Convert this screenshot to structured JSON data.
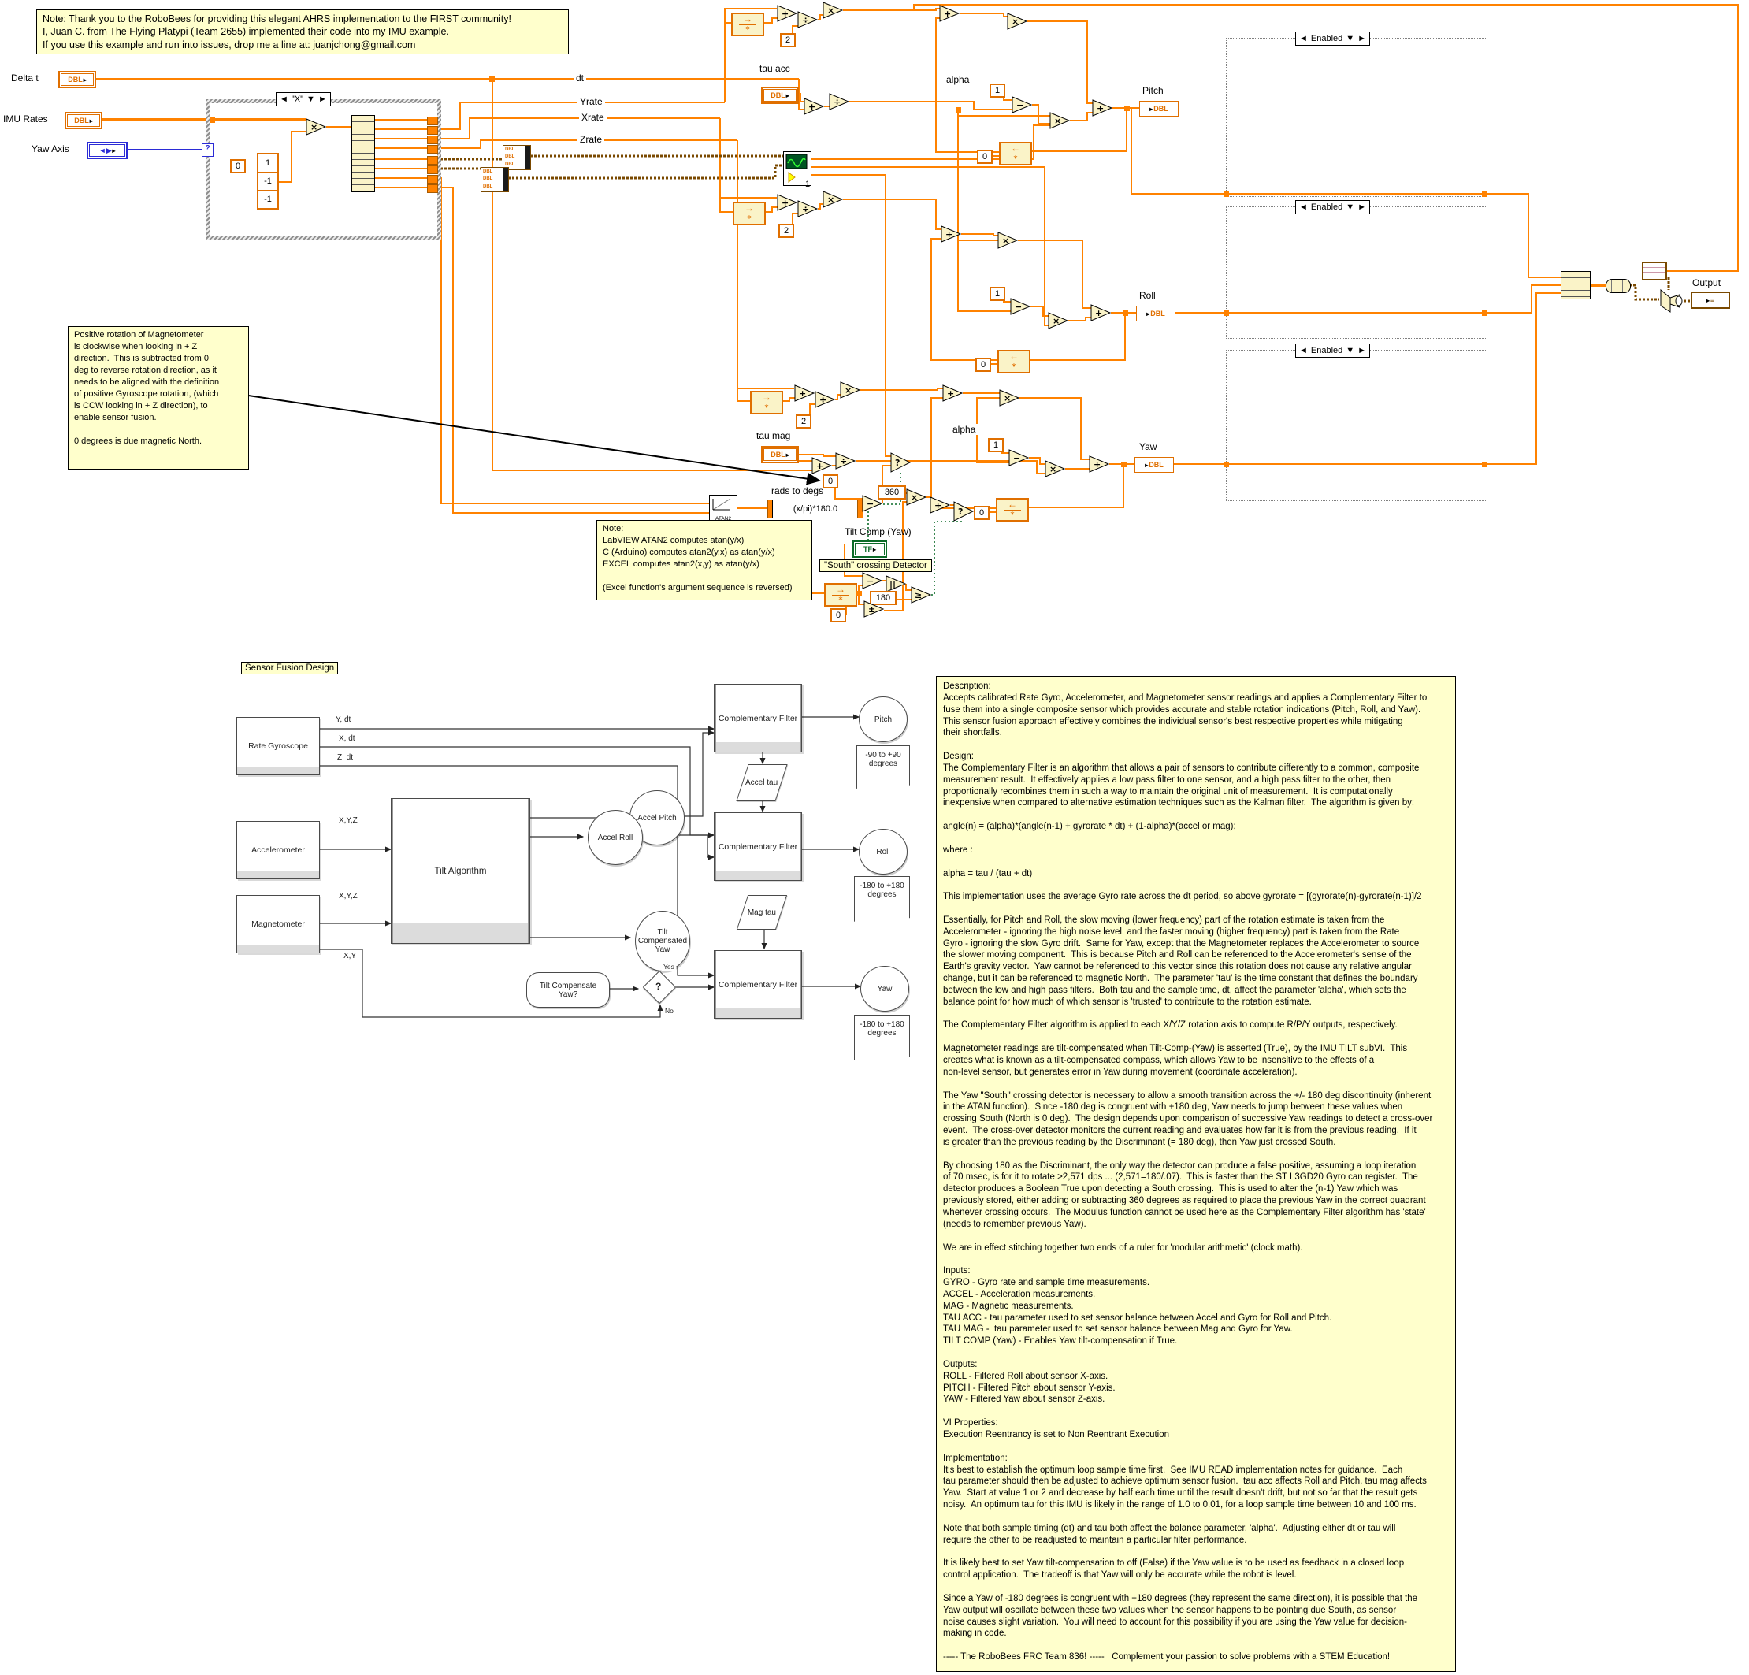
{
  "ops": {
    "add": "+",
    "sub": "−",
    "mul": "×",
    "div": "÷",
    "ge": "≥",
    "abs": "||",
    "sign": "±",
    "select": "?",
    "fb_left": "←",
    "fb_right": "→",
    "fb_init": "∗",
    "arr_l": "◄",
    "arr_r": "►",
    "arr_d": "▼",
    "pin": "▸"
  },
  "terminal_types": {
    "dbl": "DBL",
    "tf": "TF",
    "enum": "◄▶",
    "cluster": "≡"
  },
  "notes": {
    "credit": [
      "Note: Thank you to the RoboBees for providing this elegant AHRS implementation to the FIRST community!",
      "I, Juan C. from The Flying Platypi (Team 2655) implemented their code into my IMU example.",
      "If you use this example and run into issues, drop me a line at: juanjchong@gmail.com"
    ],
    "magnetometer": [
      "Positive rotation of Magnetometer",
      "is clockwise when looking in + Z",
      "direction.  This is subtracted from 0",
      "deg to reverse rotation direction, as it",
      "needs to be aligned with the definition",
      "of positive Gyroscope rotation, (which",
      "is CCW looking in + Z direction), to",
      "enable sensor fusion.",
      "",
      "0 degrees is due magnetic North."
    ],
    "atan2": [
      "Note:",
      "LabVIEW ATAN2 computes atan(y/x)",
      "C (Arduino) computes atan2(y,x) as atan(y/x)",
      "EXCEL computes atan2(x,y) as atan(y/x)",
      "",
      "(Excel function's argument sequence is reversed)"
    ],
    "south_detector": "\"South\" crossing Detector"
  },
  "diagram": {
    "selector": "\"X\"",
    "enabled": "Enabled",
    "atan2_icon": "ATAN2",
    "labels": {
      "delta_t": "Delta t",
      "imu_rates": "IMU Rates",
      "yaw_axis": "Yaw Axis",
      "dt": "dt",
      "yrate": "Yrate",
      "xrate": "Xrate",
      "zrate": "Zrate",
      "tau_acc": "tau acc",
      "tau_mag": "tau mag",
      "alpha": "alpha",
      "pitch": "Pitch",
      "roll": "Roll",
      "yaw": "Yaw",
      "output": "Output",
      "tilt_comp": "Tilt Comp (Yaw)",
      "rads_to_degs": "rads to degs",
      "formula": "(x/pi)*180.0"
    },
    "constants": {
      "zero": "0",
      "one": "1",
      "two": "2",
      "neg_one": "-1",
      "c180": "180",
      "c360": "360"
    }
  },
  "flowchart": {
    "title": "Sensor Fusion Design",
    "rate_gyroscope": "Rate Gyroscope",
    "accelerometer": "Accelerometer",
    "magnetometer": "Magnetometer",
    "tilt_algorithm": "Tilt Algorithm",
    "comp_filter": "Complementary Filter",
    "pitch": "Pitch",
    "roll": "Roll",
    "yaw": "Yaw",
    "accel_pitch": "Accel Pitch",
    "accel_roll": "Accel Roll",
    "tilt_comp_yaw": "Tilt Compensated Yaw",
    "accel_tau": "Accel tau",
    "mag_tau": "Mag tau",
    "tilt_compensate_q": "Tilt Compensate Yaw?",
    "q": "?",
    "yes": "Yes",
    "no": "No",
    "range_90": "-90 to +90 degrees",
    "range_180": "-180 to +180 degrees",
    "y_dt": "Y, dt",
    "x_dt": "X, dt",
    "z_dt": "Z, dt",
    "xyz": "X,Y,Z",
    "xy": "X,Y"
  },
  "description": {
    "lines": [
      "Description:",
      "Accepts calibrated Rate Gyro, Accelerometer, and Magnetometer sensor readings and applies a Complementary Filter to",
      "fuse them into a single composite sensor which provides accurate and stable rotation indications (Pitch, Roll, and Yaw).",
      "This sensor fusion approach effectively combines the individual sensor's best respective properties while mitigating",
      "their shortfalls.",
      "",
      "Design:",
      "The Complementary Filter is an algorithm that allows a pair of sensors to contribute differently to a common, composite",
      "measurement result.  It effectively applies a low pass filter to one sensor, and a high pass filter to the other, then",
      "proportionally recombines them in such a way to maintain the original unit of measurement.  It is computationally",
      "inexpensive when compared to alternative estimation techniques such as the Kalman filter.  The algorithm is given by:",
      "",
      "angle(n) = (alpha)*(angle(n-1) + gyrorate * dt) + (1-alpha)*(accel or mag);",
      "",
      "where :",
      "",
      "alpha = tau / (tau + dt)",
      "",
      "This implementation uses the average Gyro rate across the dt period, so above gyrorate = [(gyrorate(n)-gyrorate(n-1)]/2",
      "",
      "Essentially, for Pitch and Roll, the slow moving (lower frequency) part of the rotation estimate is taken from the",
      "Accelerometer - ignoring the high noise level, and the faster moving (higher frequency) part is taken from the Rate",
      "Gyro - ignoring the slow Gyro drift.  Same for Yaw, except that the Magnetometer replaces the Accelerometer to source",
      "the slower moving component.  This is because Pitch and Roll can be referenced to the Accelerometer's sense of the",
      "Earth's gravity vector.  Yaw cannot be referenced to this vector since this rotation does not cause any relative angular",
      "change, but it can be referenced to magnetic North.  The parameter 'tau' is the time constant that defines the boundary",
      "between the low and high pass filters.  Both tau and the sample time, dt, affect the parameter 'alpha', which sets the",
      "balance point for how much of which sensor is 'trusted' to contribute to the rotation estimate.",
      "",
      "The Complementary Filter algorithm is applied to each X/Y/Z rotation axis to compute R/P/Y outputs, respectively.",
      "",
      "Magnetometer readings are tilt-compensated when Tilt-Comp-(Yaw) is asserted (True), by the IMU TILT subVI.  This",
      "creates what is known as a tilt-compensated compass, which allows Yaw to be insensitive to the effects of a",
      "non-level sensor, but generates error in Yaw during movement (coordinate acceleration).",
      "",
      "The Yaw \"South\" crossing detector is necessary to allow a smooth transition across the +/- 180 deg discontinuity (inherent",
      "in the ATAN function).  Since -180 deg is congruent with +180 deg, Yaw needs to jump between these values when",
      "crossing South (North is 0 deg).  The design depends upon comparison of successive Yaw readings to detect a cross-over",
      "event.  The cross-over detector monitors the current reading and evaluates how far it is from the previous reading.  If it",
      "is greater than the previous reading by the Discriminant (= 180 deg), then Yaw just crossed South.",
      "",
      "By choosing 180 as the Discriminant, the only way the detector can produce a false positive, assuming a loop iteration",
      "of 70 msec, is for it to rotate >2,571 dps ... (2,571=180/.07).  This is faster than the ST L3GD20 Gyro can register.  The",
      "detector produces a Boolean True upon detecting a South crossing.  This is used to alter the (n-1) Yaw which was",
      "previously stored, either adding or subtracting 360 degrees as required to place the previous Yaw in the correct quadrant",
      "whenever crossing occurs.  The Modulus function cannot be used here as the Complementary Filter algorithm has 'state'",
      "(needs to remember previous Yaw).",
      "",
      "We are in effect stitching together two ends of a ruler for 'modular arithmetic' (clock math).",
      "",
      "Inputs:",
      "GYRO - Gyro rate and sample time measurements.",
      "ACCEL - Acceleration measurements.",
      "MAG - Magnetic measurements.",
      "TAU ACC - tau parameter used to set sensor balance between Accel and Gyro for Roll and Pitch.",
      "TAU MAG -  tau parameter used to set sensor balance between Mag and Gyro for Yaw.",
      "TILT COMP (Yaw) - Enables Yaw tilt-compensation if True.",
      "",
      "Outputs:",
      "ROLL - Filtered Roll about sensor X-axis.",
      "PITCH - Filtered Pitch about sensor Y-axis.",
      "YAW - Filtered Yaw about sensor Z-axis.",
      "",
      "VI Properties:",
      "Execution Reentrancy is set to Non Reentrant Execution",
      "",
      "Implementation:",
      "It's best to establish the optimum loop sample time first.  See IMU READ implementation notes for guidance.  Each",
      "tau parameter should then be adjusted to achieve optimum sensor fusion.  tau acc affects Roll and Pitch, tau mag affects",
      "Yaw.  Start at value 1 or 2 and decrease by half each time until the result doesn't drift, but not so far that the result gets",
      "noisy.  An optimum tau for this IMU is likely in the range of 1.0 to 0.01, for a loop sample time between 10 and 100 ms.",
      "",
      "Note that both sample timing (dt) and tau both affect the balance parameter, 'alpha'.  Adjusting either dt or tau will",
      "require the other to be readjusted to maintain a particular filter performance.",
      "",
      "It is likely best to set Yaw tilt-compensation to off (False) if the Yaw value is to be used as feedback in a closed loop",
      "control application.  The tradeoff is that Yaw will only be accurate while the robot is level.",
      "",
      "Since a Yaw of -180 degrees is congruent with +180 degrees (they represent the same direction), it is possible that the",
      "Yaw output will oscillate between these two values when the sensor happens to be pointing due South, as sensor",
      "noise causes slight variation.  You will need to account for this possibility if you are using the Yaw value for decision-",
      "making in code.",
      "",
      "----- The RoboBees FRC Team 836! -----   Complement your passion to solve problems with a STEM Education!"
    ]
  }
}
